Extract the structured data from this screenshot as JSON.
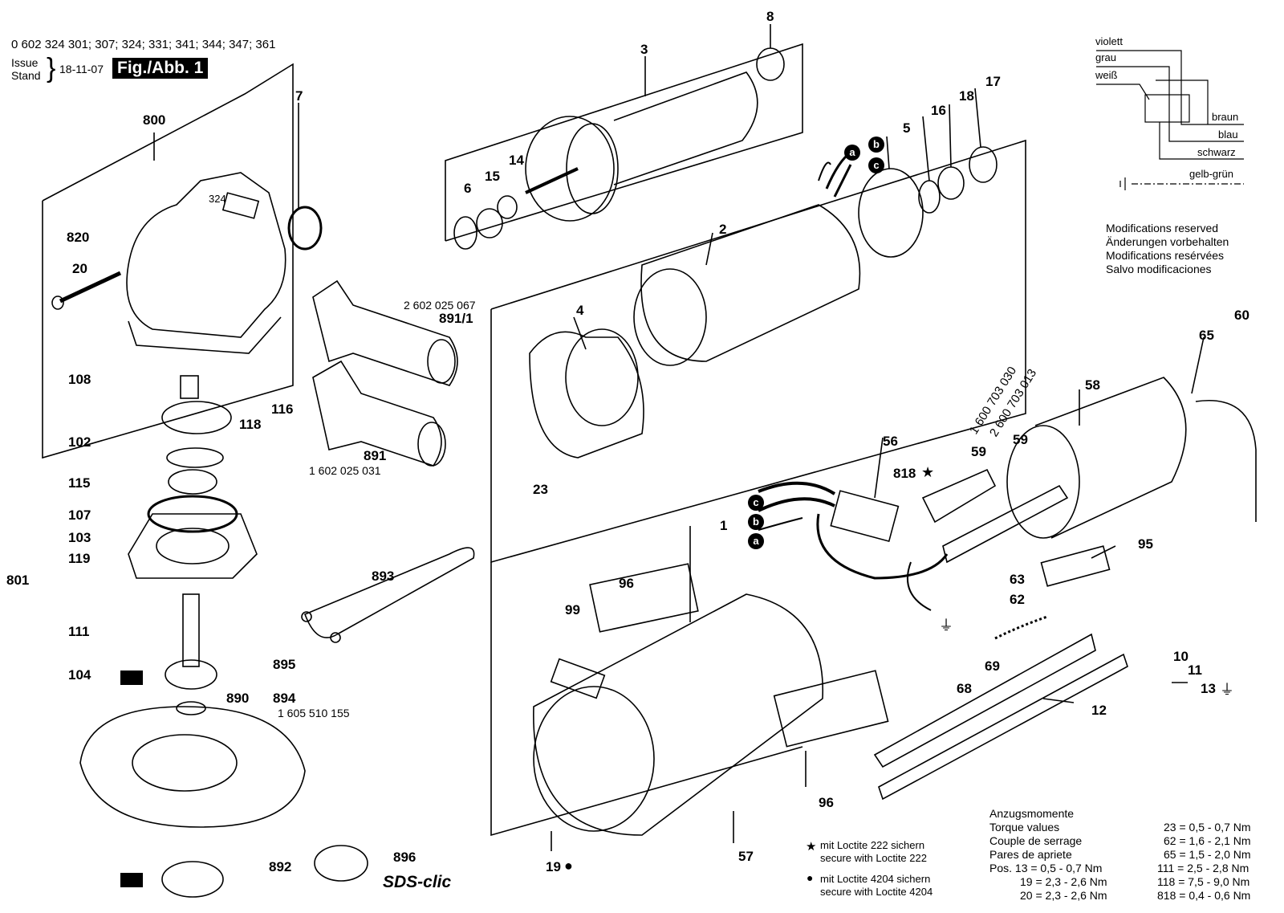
{
  "header": {
    "part_numbers": "0 602 324 301; 307; 324; 331; 341; 344; 347; 361",
    "issue": "Issue",
    "stand": "Stand",
    "date": "18-11-07",
    "figure": "Fig./Abb. 1"
  },
  "wiring": {
    "colors": [
      "violett",
      "grau",
      "weiß",
      "braun",
      "blau",
      "schwarz",
      "gelb-grün"
    ]
  },
  "modifications": [
    "Modifications reserved",
    "Änderungen vorbehalten",
    "Modifications resérvées",
    "Salvo modificaciones"
  ],
  "part_labels": {
    "p800": "800",
    "p7": "7",
    "p3": "3",
    "p8": "8",
    "p820": "820",
    "p20": "20",
    "p324": "324",
    "p6": "6",
    "p15": "15",
    "p14": "14",
    "p16": "16",
    "p18": "18",
    "p17": "17",
    "p5": "5",
    "p2": "2",
    "p4": "4",
    "p108": "108",
    "p102": "102",
    "p118": "118",
    "p116": "116",
    "p115": "115",
    "p107": "107",
    "p103": "103",
    "p119": "119",
    "p801": "801",
    "p111": "111",
    "p104": "104",
    "p895": "895",
    "p890": "890",
    "p894": "894",
    "p892": "892",
    "p896": "896",
    "p891_1": "891/1",
    "p891": "891",
    "p893": "893",
    "p23": "23",
    "p1": "1",
    "p96a": "96",
    "p96b": "96",
    "p99": "99",
    "p19": "19",
    "p57": "57",
    "p56": "56",
    "p818": "818",
    "p59a": "59",
    "p59b": "59",
    "p58": "58",
    "p65": "65",
    "p60": "60",
    "p95": "95",
    "p63": "63",
    "p62": "62",
    "p69": "69",
    "p68": "68",
    "p10": "10",
    "p11": "11",
    "p13": "13",
    "p12": "12"
  },
  "part_codes": {
    "handle_891_1": "2 602 025 067",
    "handle_891": "1 602 025 031",
    "guard_894": "1 605 510 155",
    "diag_1": "1 600 703 030",
    "diag_2": "2 600 703 013"
  },
  "wire_markers": [
    "a",
    "b",
    "c"
  ],
  "sds_clic": "SDS-clic",
  "loctite": {
    "star_de": "mit Loctite 222 sichern",
    "star_en": "secure with Loctite 222",
    "dot_de": "mit Loctite 4204 sichern",
    "dot_en": "secure with Loctite 4204"
  },
  "torque": {
    "titles": [
      "Anzugsmomente",
      "Torque values",
      "Couple de serrage",
      "Pares de apriete"
    ],
    "left": [
      "Pos. 13 = 0,5 - 0,7 Nm",
      "19 = 2,3 - 2,6 Nm",
      "20 = 2,3 - 2,6 Nm"
    ],
    "right": [
      "23 = 0,5 - 0,7 Nm",
      "62 = 1,6 - 2,1 Nm",
      "65 = 1,5 - 2,0 Nm",
      "111 = 2,5 - 2,8 Nm",
      "118 = 7,5 - 9,0 Nm",
      "818 = 0,4 - 0,6 Nm"
    ]
  }
}
